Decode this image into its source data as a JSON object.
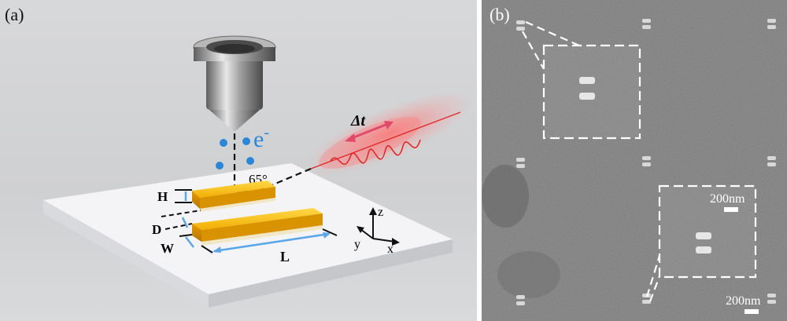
{
  "panel_a": {
    "label": "(a)",
    "electron_label": "e",
    "electron_superscript": "-",
    "angle_label": "65°",
    "delay_label": "Δt",
    "dim_H": "H",
    "dim_D": "D",
    "dim_W": "W",
    "dim_L": "L",
    "axis_z": "z",
    "axis_y": "y",
    "axis_x": "x"
  },
  "panel_b": {
    "label": "(b)",
    "scalebar_1": "200nm",
    "scalebar_2": "200nm"
  },
  "colors": {
    "gold": "#f0b400",
    "electron_blue": "#2a86d6",
    "laser_red": "#e02a2a",
    "dimension_blue": "#5aa6e8"
  }
}
